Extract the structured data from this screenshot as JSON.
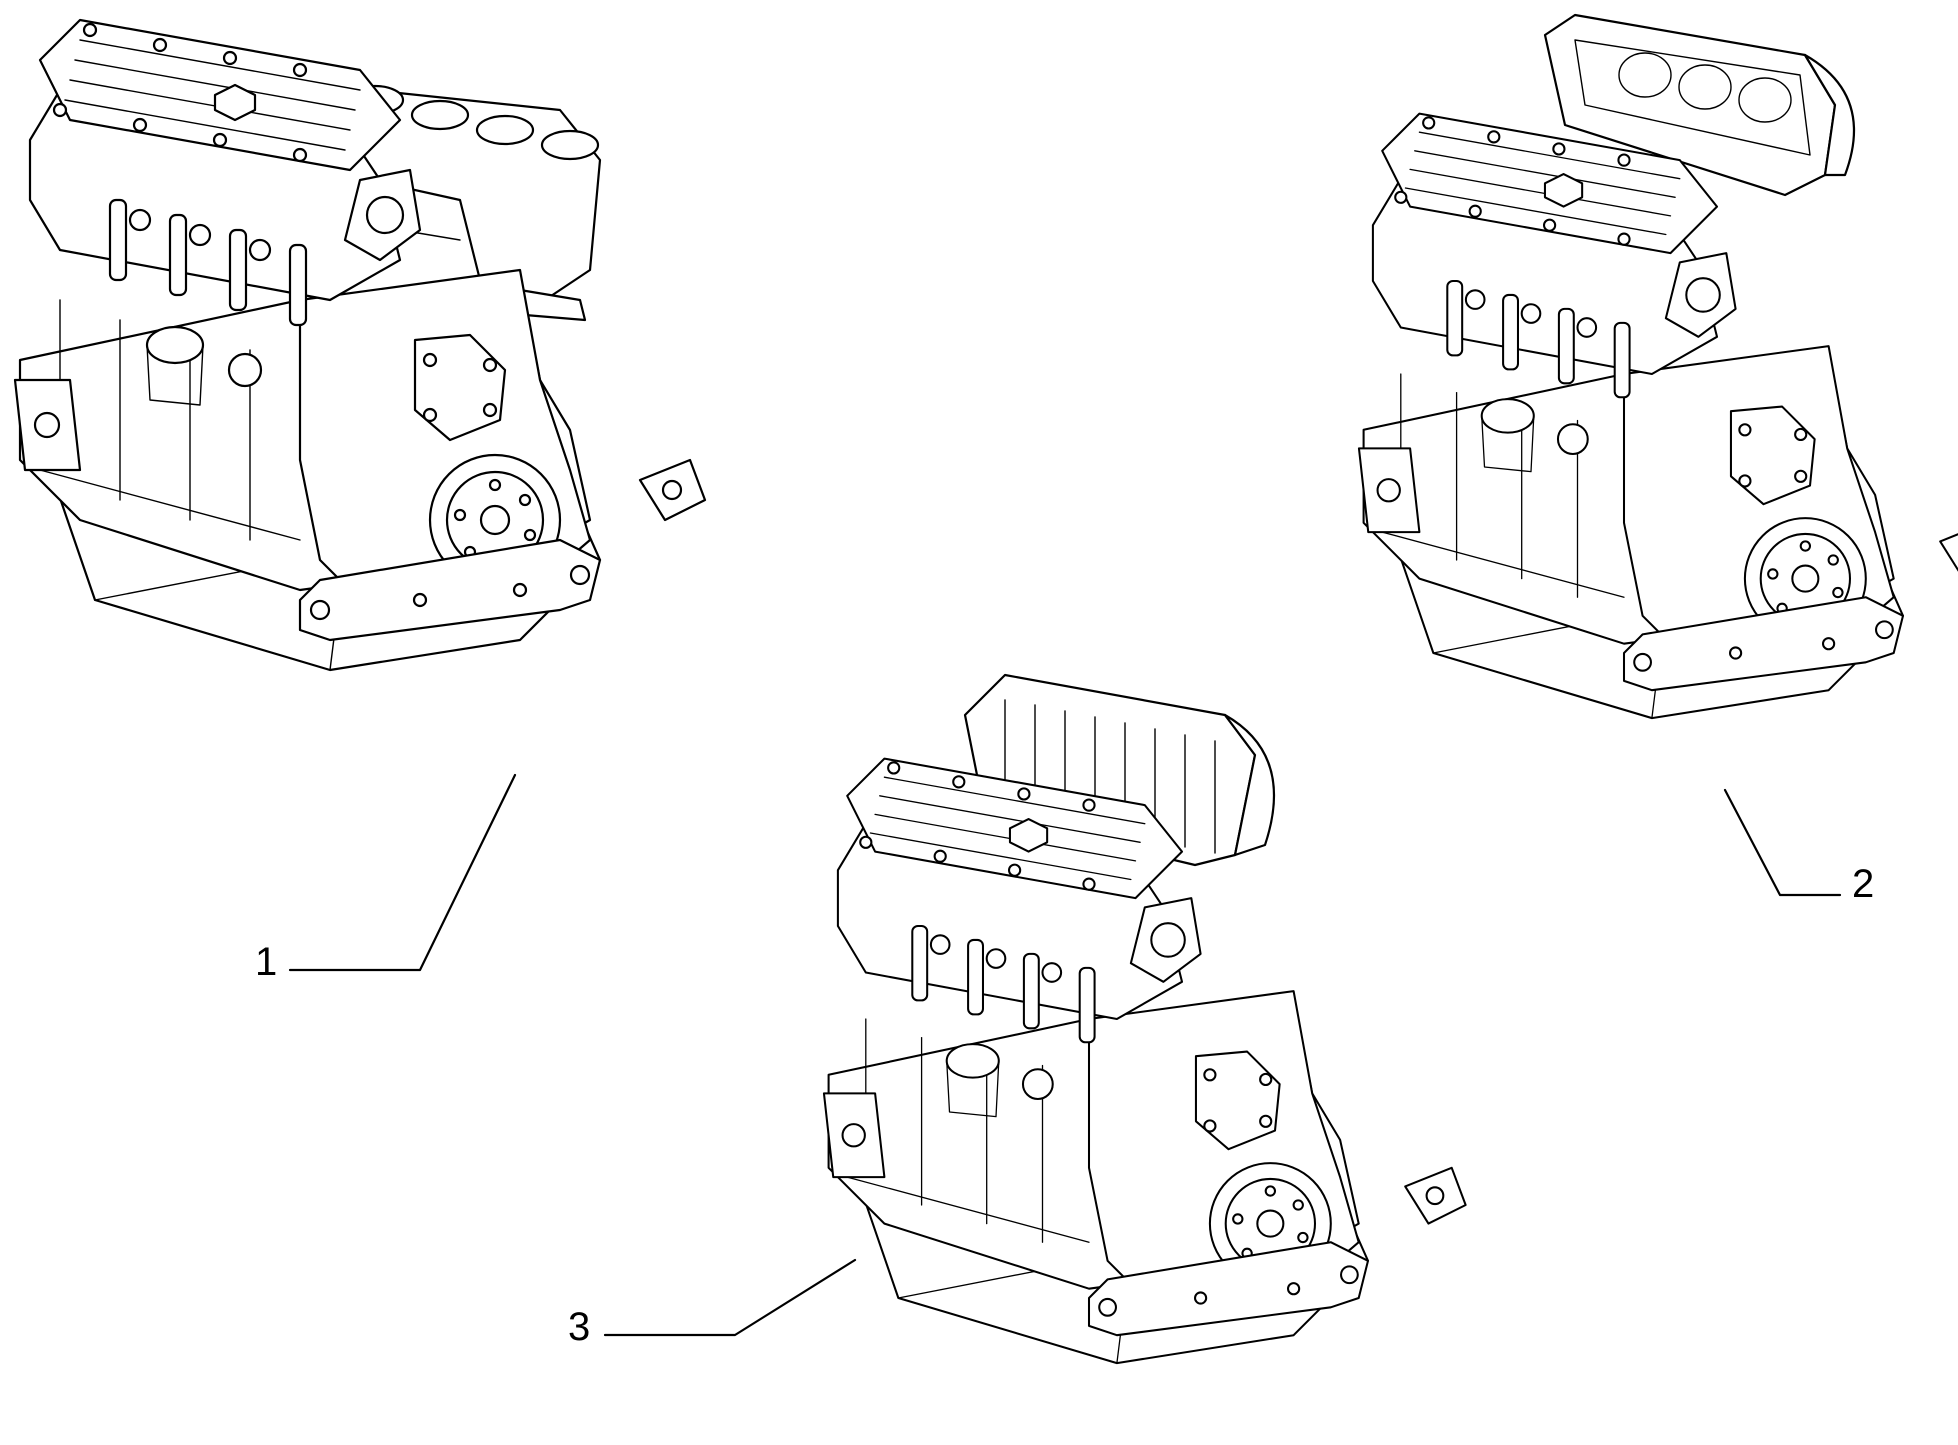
{
  "callouts": [
    {
      "id": 1,
      "label": "1"
    },
    {
      "id": 2,
      "label": "2"
    },
    {
      "id": 3,
      "label": "3"
    }
  ]
}
